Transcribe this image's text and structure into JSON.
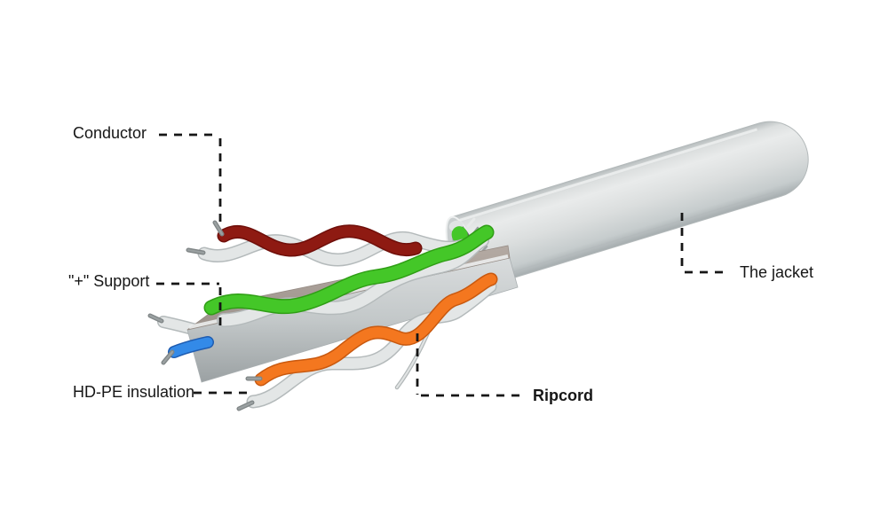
{
  "scene": {
    "labels": {
      "conductor": "Conductor",
      "support": "\"+\" Support",
      "insulation": "HD-PE insulation",
      "ripcord": "Ripcord",
      "jacket": "The jacket"
    },
    "colors": {
      "background": "#ffffff",
      "annotation": "#161616",
      "jacket": "#d9dcdc",
      "jacket_shadow": "#b2b8ba",
      "wire_dark_red": "#8e1a12",
      "wire_green": "#44c728",
      "wire_orange": "#f4771f",
      "wire_blue": "#338ae8",
      "wire_white": "#e3e6e6",
      "support_front": "#c3c8c9",
      "support_top": "#a89d96",
      "conductor_metal": "#9aa0a1"
    }
  }
}
